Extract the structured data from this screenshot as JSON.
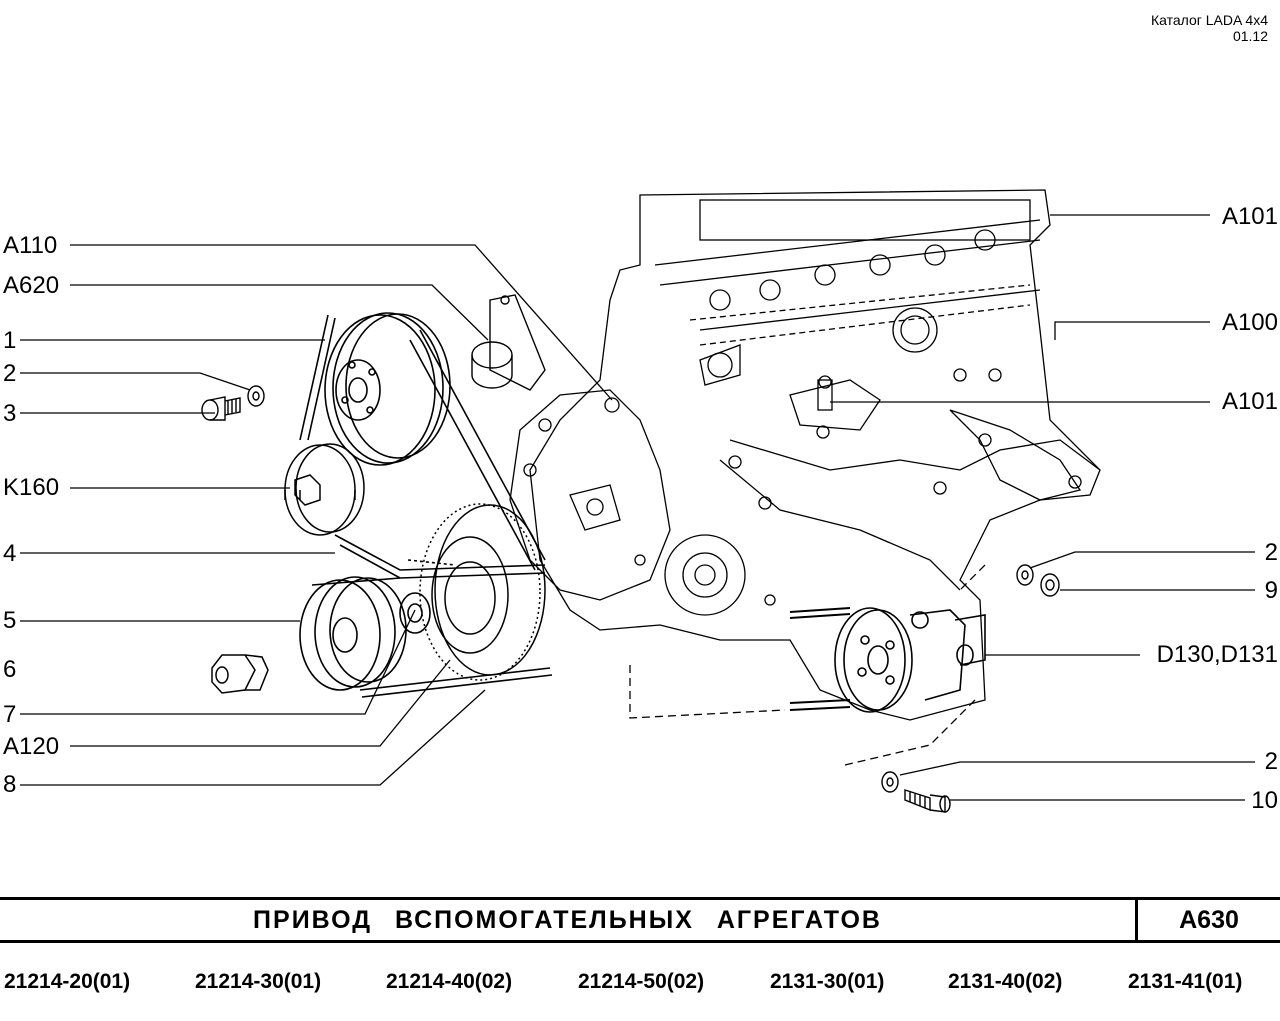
{
  "header": {
    "catalog": "Каталог  LADA  4x4",
    "date": "01.12"
  },
  "callouts_left": [
    "A110",
    "A620",
    "1",
    "2",
    "3",
    "K160",
    "4",
    "5",
    "6",
    "7",
    "A120",
    "8"
  ],
  "callouts_right": [
    "A101",
    "A100",
    "A101",
    "2",
    "9",
    "D130,D131",
    "2",
    "10"
  ],
  "title": "ПРИВОД  ВСПОМОГАТЕЛЬНЫХ  АГРЕГАТОВ",
  "section_code": "A630",
  "models": [
    "21214-20(01)",
    "21214-30(01)",
    "21214-40(02)",
    "21214-50(02)",
    "2131-30(01)",
    "2131-40(02)",
    "2131-41(01)"
  ]
}
